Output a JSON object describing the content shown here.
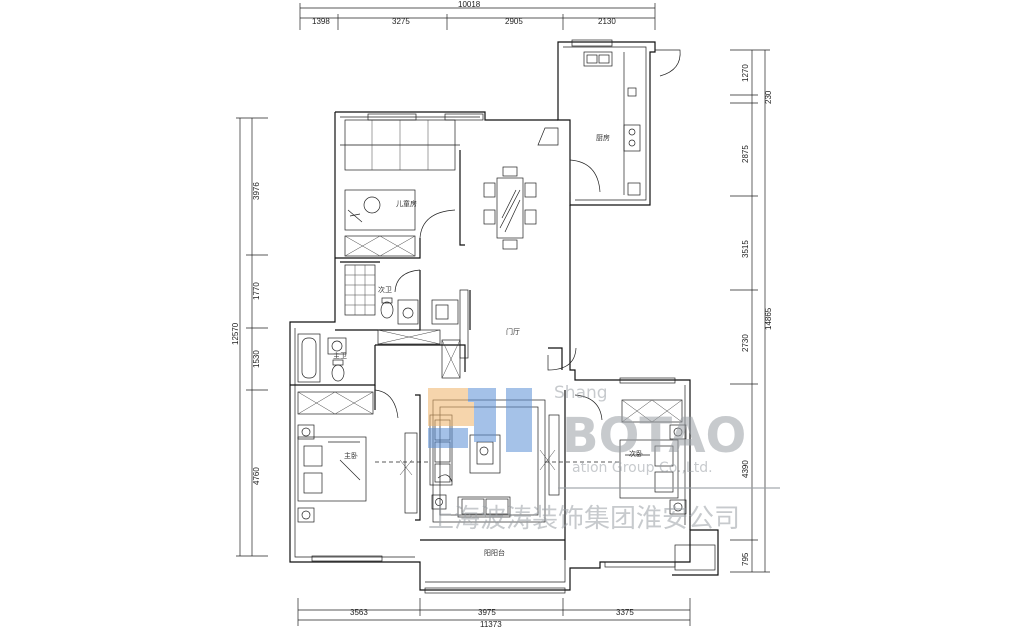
{
  "dimensions": {
    "top_total": "10018",
    "top": [
      "1398",
      "3275",
      "2905",
      "2130"
    ],
    "bottom_total": "11373",
    "bottom": [
      "3563",
      "3975",
      "3375"
    ],
    "left_total": "12570",
    "left": [
      "3976",
      "1770",
      "1530",
      "4760"
    ],
    "right_total": "14865",
    "right": [
      "1270",
      "230",
      "2875",
      "3515",
      "2730",
      "4390",
      "795"
    ]
  },
  "rooms": {
    "kitchen": "厨房",
    "kids_room": "儿童房",
    "bath_secondary": "次卫",
    "bath_master": "主卫",
    "living": "门厅",
    "master_bedroom": "主卧",
    "second_bedroom": "次卧",
    "balcony": "阳阳台"
  },
  "watermark": {
    "brand": "BOTAO",
    "latin_top": "Shang",
    "latin_bottom": "ation Group Co.,Ltd.",
    "chinese": "上海波涛装饰集团淮安公司"
  },
  "colors": {
    "line": "#111111",
    "watermark_orange": "#f0b46a",
    "watermark_blue": "#5b8fd6",
    "watermark_grey": "#9aa0a6"
  }
}
